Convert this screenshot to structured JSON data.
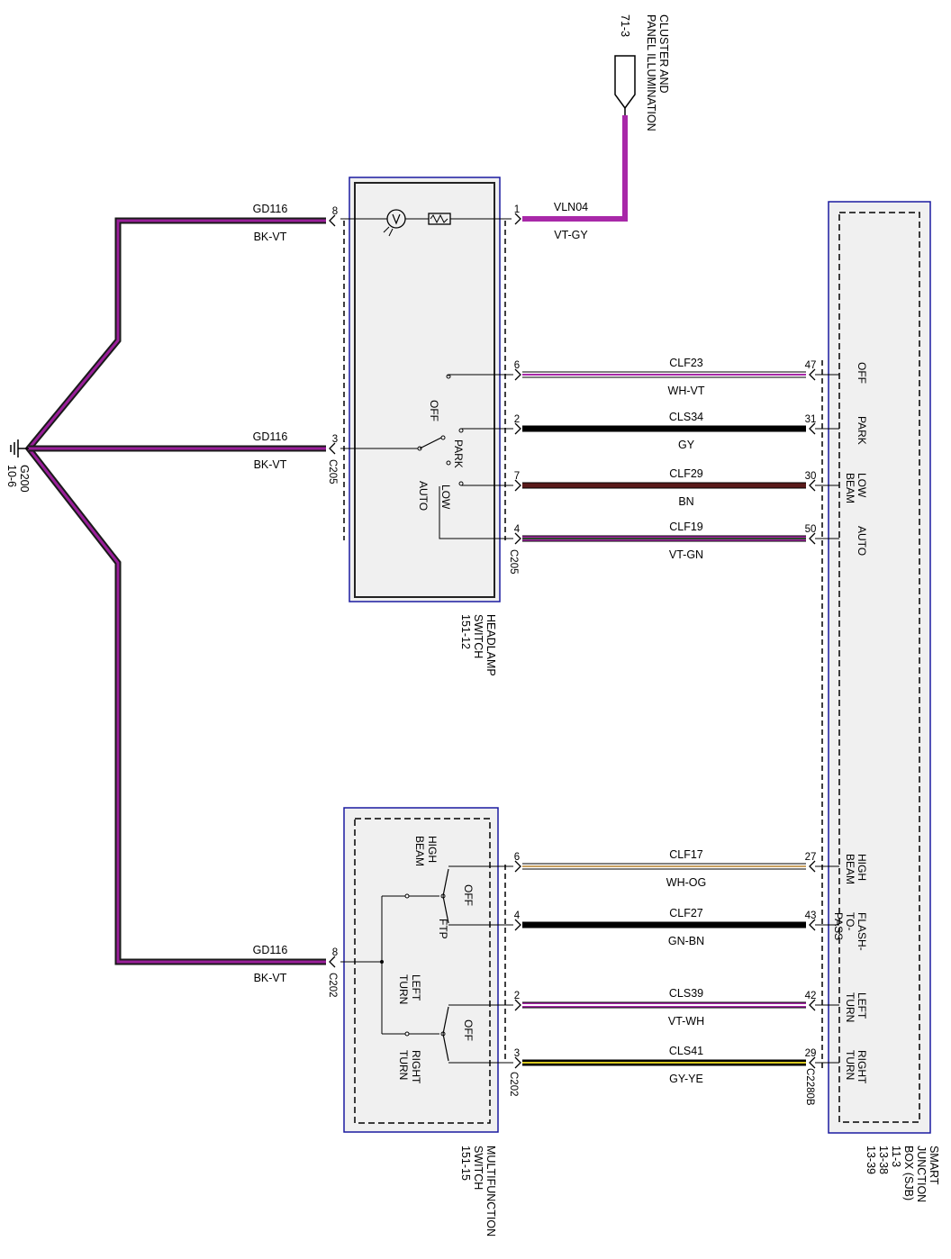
{
  "ground": {
    "name": "G200",
    "ref": "10-6"
  },
  "headlamp_switch": {
    "title": [
      "HEADLAMP",
      "SWITCH",
      "151-12"
    ],
    "connector": "C205",
    "positions": {
      "off": "OFF",
      "park": "PARK",
      "low": "LOW",
      "auto": "AUTO"
    }
  },
  "multifunction_switch": {
    "title": [
      "MULTIFUNCTION",
      "SWITCH",
      "151-15"
    ],
    "connector": "C202",
    "labels": {
      "high_beam": [
        "HIGH",
        "BEAM"
      ],
      "off": "OFF",
      "ftp": "FTP",
      "left_turn": [
        "LEFT",
        "TURN"
      ],
      "right_turn": [
        "RIGHT",
        "TURN"
      ]
    }
  },
  "sjb": {
    "title": [
      "SMART",
      "JUNCTION",
      "BOX (SJB)",
      "11-3",
      "13-38",
      "13-39"
    ],
    "connector": "C2280B"
  },
  "cluster": {
    "title": [
      "CLUSTER AND",
      "PANEL ILLUMINATION"
    ],
    "ref": "71-3"
  },
  "wires": [
    {
      "id": "vln04",
      "circuit": "VLN04",
      "color_code": "VT-GY",
      "from_pin": "1",
      "to_pin": "",
      "colors": [
        "#a828a8"
      ],
      "right_label": ""
    },
    {
      "id": "gd116-a",
      "circuit": "GD116",
      "color_code": "BK-VT",
      "from_pin": "",
      "to_pin": "8",
      "colors": [
        "#222222",
        "#9a1f9a"
      ],
      "right_label": ""
    },
    {
      "id": "gd116-b",
      "circuit": "GD116",
      "color_code": "BK-VT",
      "from_pin": "",
      "to_pin": "3",
      "colors": [
        "#222222",
        "#9a1f9a"
      ],
      "right_label": ""
    },
    {
      "id": "gd116-c",
      "circuit": "GD116",
      "color_code": "BK-VT",
      "from_pin": "",
      "to_pin": "8",
      "colors": [
        "#222222",
        "#9a1f9a"
      ],
      "right_label": ""
    },
    {
      "id": "clf23",
      "circuit": "CLF23",
      "color_code": "WH-VT",
      "from_pin": "6",
      "to_pin": "47",
      "colors": [
        "#ffffff",
        "#a828a8"
      ],
      "right_label": [
        "OFF"
      ]
    },
    {
      "id": "cls34",
      "circuit": "CLS34",
      "color_code": "GY",
      "from_pin": "2",
      "to_pin": "31",
      "colors": [
        "#000000"
      ],
      "right_label": [
        "PARK"
      ]
    },
    {
      "id": "clf29",
      "circuit": "CLF29",
      "color_code": "BN",
      "from_pin": "7",
      "to_pin": "30",
      "colors": [
        "#5a1a1a"
      ],
      "right_label": [
        "LOW",
        "BEAM"
      ]
    },
    {
      "id": "clf19",
      "circuit": "CLF19",
      "color_code": "VT-GN",
      "from_pin": "4",
      "to_pin": "50",
      "colors": [
        "#a828a8",
        "#2a4a2a"
      ],
      "right_label": [
        "AUTO"
      ]
    },
    {
      "id": "clf17",
      "circuit": "CLF17",
      "color_code": "WH-OG",
      "from_pin": "6",
      "to_pin": "27",
      "colors": [
        "#ffffff",
        "#c8a060"
      ],
      "right_label": [
        "HIGH",
        "BEAM"
      ]
    },
    {
      "id": "clf27",
      "circuit": "CLF27",
      "color_code": "GN-BN",
      "from_pin": "4",
      "to_pin": "43",
      "colors": [
        "#000000"
      ],
      "right_label": [
        "FLASH-",
        "TO-",
        "PASS"
      ]
    },
    {
      "id": "cls39",
      "circuit": "CLS39",
      "color_code": "VT-WH",
      "from_pin": "2",
      "to_pin": "42",
      "colors": [
        "#a828a8",
        "#ffffff"
      ],
      "right_label": [
        "LEFT",
        "TURN"
      ]
    },
    {
      "id": "cls41",
      "circuit": "CLS41",
      "color_code": "GY-YE",
      "from_pin": "3",
      "to_pin": "29",
      "colors": [
        "#000000",
        "#d8c820"
      ],
      "right_label": [
        "RIGHT",
        "TURN"
      ]
    }
  ]
}
